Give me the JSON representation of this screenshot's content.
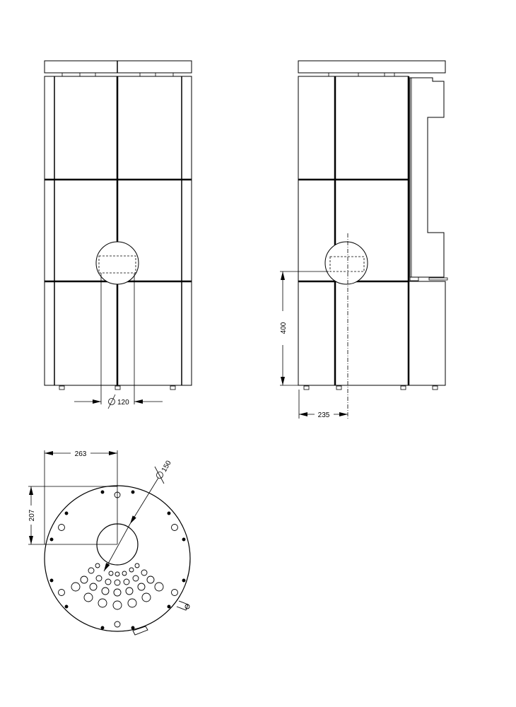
{
  "front_view": {
    "flue_diameter_label": "120",
    "diameter_symbol": "Ø"
  },
  "side_view": {
    "flue_height_label": "400",
    "flue_depth_label": "235"
  },
  "bottom_view": {
    "offset_x_label": "263",
    "offset_y_label": "207",
    "flue_diameter_label": "150",
    "diameter_symbol": "Ø"
  },
  "colors": {
    "line": "#000000",
    "background": "#ffffff"
  }
}
